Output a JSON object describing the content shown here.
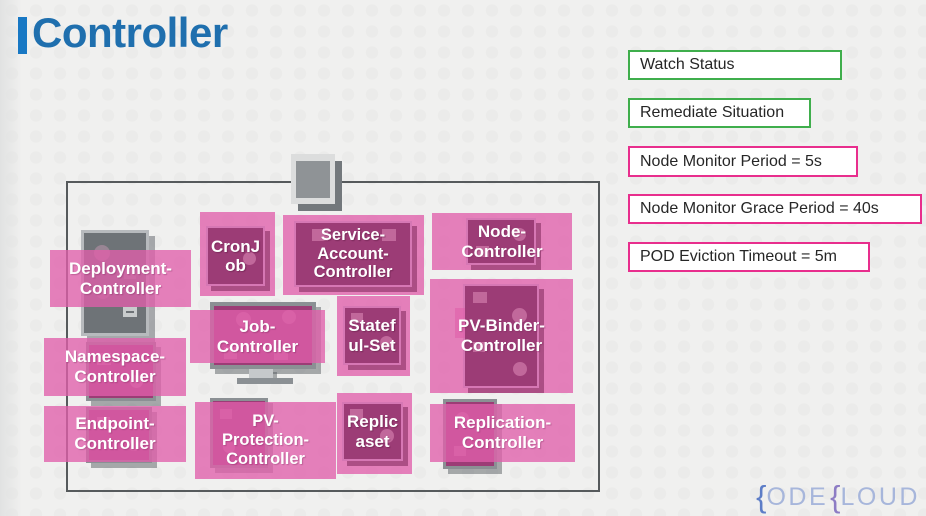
{
  "header": {
    "title": "Controller"
  },
  "legend": {
    "items": [
      {
        "label": "Watch Status",
        "border": "green"
      },
      {
        "label": "Remediate Situation",
        "border": "green"
      },
      {
        "label": "Node Monitor Period = 5s",
        "border": "pink"
      },
      {
        "label": "Node Monitor Grace Period = 40s",
        "border": "pink"
      },
      {
        "label": "POD Eviction Timeout = 5m",
        "border": "pink"
      }
    ]
  },
  "colors": {
    "accent_blue": "#1f6fae",
    "banner_pink": "#e07cba",
    "dark_magenta": "#9c3c76",
    "green_border": "#3fae4c",
    "pink_border": "#e82e8d",
    "gray_icon": "#8b9094"
  },
  "diagram": {
    "controllers": [
      {
        "name": "deployment-controller",
        "lines": [
          "Deployment-",
          "Controller"
        ]
      },
      {
        "name": "namespace-controller",
        "lines": [
          "Namespace-",
          "Controller"
        ]
      },
      {
        "name": "endpoint-controller",
        "lines": [
          "Endpoint-",
          "Controller"
        ]
      },
      {
        "name": "cronjob",
        "lines": [
          "CronJ",
          "ob"
        ]
      },
      {
        "name": "service-account-controller",
        "lines": [
          "Service-",
          "Account-",
          "Controller"
        ]
      },
      {
        "name": "job-controller",
        "lines": [
          "Job-",
          "Controller"
        ]
      },
      {
        "name": "stateful-set",
        "lines": [
          "Statef",
          "ul-Set"
        ]
      },
      {
        "name": "pv-protection-controller",
        "lines": [
          "PV-",
          "Protection-",
          "Controller"
        ]
      },
      {
        "name": "replicaset",
        "lines": [
          "Replic",
          "aset"
        ]
      },
      {
        "name": "node-controller",
        "lines": [
          "Node-",
          "Controller"
        ]
      },
      {
        "name": "pv-binder-controller",
        "lines": [
          "PV-Binder-",
          "Controller"
        ]
      },
      {
        "name": "replication-controller",
        "lines": [
          "Replication-",
          "Controller"
        ]
      }
    ]
  },
  "logo": {
    "text": "KODEKLOUD",
    "display": {
      "brace1": "{",
      "mid": "ODE",
      "brace2": "{",
      "tail": "LOUD"
    }
  }
}
